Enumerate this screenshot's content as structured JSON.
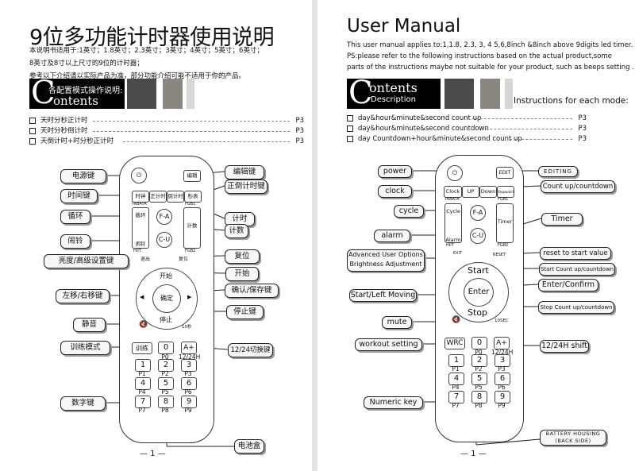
{
  "cn": {
    "title": "9位多功能计时器使用说明",
    "intro_lines": [
      "本说明书适用于:1英寸；1.8英寸；2.3英寸；3英寸；4英寸；5英寸；6英寸；",
      "8英寸及8寸以上尺寸的9位的计时器；",
      "参考以下介绍请以实际产品为准，部分功能介绍可能不适用于你的产品。"
    ],
    "contents_letter": "C",
    "contents_word": "ontents",
    "contents_sub": "各配置模式操作说明:",
    "toc": [
      {
        "label": "天时分秒正计时",
        "page": "P3"
      },
      {
        "label": "天时分秒倒计时",
        "page": "P3"
      },
      {
        "label": "天倒计时+时分秒正计时",
        "page": "P3"
      }
    ],
    "callouts_left": [
      "电源键",
      "时间键",
      "循环",
      "闹铃",
      "亮度/高级设置键",
      "左移/右移键",
      "静音",
      "训练模式",
      "数字键"
    ],
    "callouts_right": [
      "编辑键",
      "正倒计时键",
      "计时",
      "计数",
      "复位",
      "开始",
      "确认/保存键",
      "停止键",
      "12/24切换键",
      "电池盒"
    ],
    "remote": {
      "edit": "编辑",
      "clock": "时钟",
      "countup": "正计时",
      "countdown": "倒计时",
      "stopwatch": "秒表",
      "tabata": "TABATA",
      "fgb1": "FGB1",
      "cycle": "循环",
      "fa": "F-A",
      "alarm": "闹铃",
      "cu": "C-U",
      "count": "计数",
      "hiit": "HIIT",
      "fgb2": "FGB2",
      "exit": "退出",
      "reset": "复位",
      "start": "开始",
      "enter": "确定",
      "stop": "停止",
      "sec10": "10秒",
      "wrc": "训练",
      "plus": "A+",
      "h1224": "12/24H"
    },
    "page_number": "— 1 —"
  },
  "en": {
    "title": "User Manual",
    "intro_lines": [
      "This user manual applies to:1,1.8, 2.3, 3, 4 5,6,8inch &8inch above 9digits led timer.",
      "PS:please refer to the following instructions based on the actual product,some",
      "parts of the  instructions maybe not suitable for your product, such as beeps setting ."
    ],
    "contents_letter": "C",
    "contents_word": "ontents",
    "contents_sub": "Description",
    "instructions_label": "Instructions for each mode:",
    "toc": [
      {
        "label": "day&hour&minute&second count up",
        "page": "P3"
      },
      {
        "label": "day&hour&minute&second countdown",
        "page": "P3"
      },
      {
        "label": "day Countdown+hour&minute&second count up",
        "page": "P3"
      }
    ],
    "callouts_left": [
      "power",
      "clock",
      "cycle",
      "alarm",
      "Advanced User Options",
      "Brightness Adjustment",
      "Start/Left Moving",
      "mute",
      "workout setting",
      "Numeric key"
    ],
    "callouts_right": [
      "EDITING",
      "Count up/countdown",
      "Timer",
      "reset to start value",
      "Start Count up/countdown",
      "Enter/Confirm",
      "Stop Count up/countdown",
      "12/24H shift",
      "BATTERY HOUSING",
      "(BACK SIDE)"
    ],
    "remote": {
      "edit": "EDIT",
      "clock": "Clock",
      "up": "UP",
      "down": "Down",
      "stopwatch": "Stopwatch",
      "tabata": "TABATA",
      "fgb1": "FGB1",
      "cycle": "Cycle",
      "fa": "F-A",
      "alarm": "Alarm",
      "cu": "C-U",
      "timer": "Timer",
      "hiit": "HIIT",
      "fgb2": "FGB2",
      "exit": "EXIT",
      "reset": "RESET",
      "start": "Start",
      "enter": "Enter",
      "stop": "Stop",
      "sec10": "10SEC",
      "wrc": "WRC",
      "plus": "A+",
      "h1224": "12/24H"
    },
    "page_number": "— 1 —"
  },
  "keypad": {
    "keys": [
      "0",
      "1",
      "2",
      "3",
      "4",
      "5",
      "6",
      "7",
      "8",
      "9"
    ],
    "labels": [
      "P0",
      "P1",
      "P2",
      "P3",
      "P4",
      "P5",
      "P6",
      "P7",
      "P8",
      "P9"
    ]
  },
  "colors": {
    "square1": "#4a4a4a",
    "square2": "#8a8680",
    "square3": "#d6d6d4",
    "page_bg": "#ffffff",
    "gutter": "#e2e2e2"
  }
}
